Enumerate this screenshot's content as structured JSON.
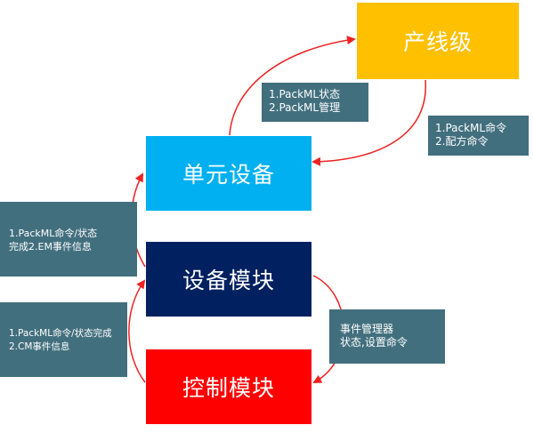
{
  "nodes": {
    "line_level": {
      "label": "产线级",
      "color": "#ffc000"
    },
    "unit_equipment": {
      "label": "单元设备",
      "color": "#00b0f0"
    },
    "equipment_module": {
      "label": "设备模块",
      "color": "#002060"
    },
    "control_module": {
      "label": "控制模块",
      "color": "#ff0000"
    }
  },
  "notes": {
    "unit_to_line": {
      "lines": [
        "1.PackML状态",
        "2.PackML管理"
      ]
    },
    "line_to_unit": {
      "lines": [
        "1.PackML命令",
        "2.配方命令"
      ]
    },
    "em_to_unit": {
      "lines": [
        "1.PackML命令/状态",
        "完成2.EM事件信息"
      ]
    },
    "cm_to_em": {
      "lines": [
        "1.PackML命令/状态完成",
        "2.CM事件信息"
      ]
    },
    "em_to_cm": {
      "lines": [
        "事件管理器",
        "状态,设置命令"
      ]
    }
  },
  "colors": {
    "arrow": "#ee2222",
    "note_bg": "#426f7e"
  }
}
